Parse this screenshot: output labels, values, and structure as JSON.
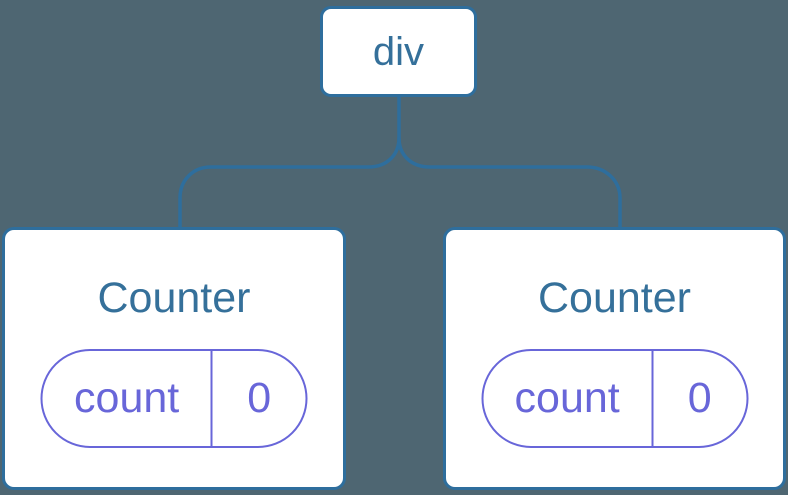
{
  "colors": {
    "bg": "#4e6672",
    "line": "#2e6e9d",
    "node_border": "#2e6e9d",
    "node_fill": "#ffffff",
    "node_text": "#35709a",
    "accent": "#6866d9"
  },
  "tree": {
    "root": {
      "label": "div"
    },
    "children": [
      {
        "label": "Counter",
        "state": {
          "key": "count",
          "value": "0"
        }
      },
      {
        "label": "Counter",
        "state": {
          "key": "count",
          "value": "0"
        }
      }
    ]
  }
}
